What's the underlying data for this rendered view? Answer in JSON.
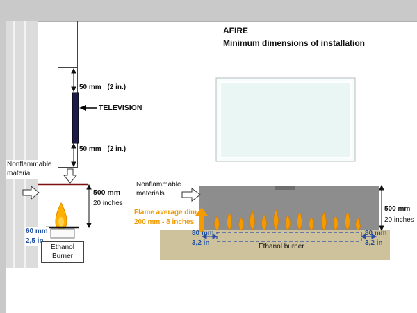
{
  "header": {
    "brand": "AFIRE",
    "subtitle": "Minimum dimensions of installation"
  },
  "left": {
    "gap_top_value": "50 mm",
    "gap_top_unit": "(2 in.)",
    "tv_label": "TELEVISION",
    "gap_bottom_value": "50 mm",
    "gap_bottom_unit": "(2 in.)",
    "nonflammable_line1": "Nonflammable",
    "nonflammable_line2": "material",
    "height_value": "500 mm",
    "height_unit": "20 inches",
    "offset_value": "60 mm",
    "offset_unit": "2,5 in",
    "burner_line1": "Ethanol",
    "burner_line2": "Burner"
  },
  "right": {
    "nonflammable_line1": "Nonflammable",
    "nonflammable_line2": "materials",
    "flame_line1": "Flame average dim",
    "flame_line2": "200 mm - 8 inches",
    "height_value": "500 mm",
    "height_unit": "20 inches",
    "left_margin_value": "80 mm",
    "left_margin_unit": "3,2 in",
    "right_margin_value": "80 mm",
    "right_margin_unit": "3,2 in",
    "burner_label": "Ethanol burner"
  },
  "colors": {
    "accent_blue": "#1f4fa0",
    "flame_orange": "#f59b00",
    "dark_red": "#7f1010",
    "tv_navy": "#1b1b45",
    "mantel_gray": "#8d8d8d",
    "base_tan": "#cec29c",
    "chrome_gray": "#c9c9c9"
  }
}
